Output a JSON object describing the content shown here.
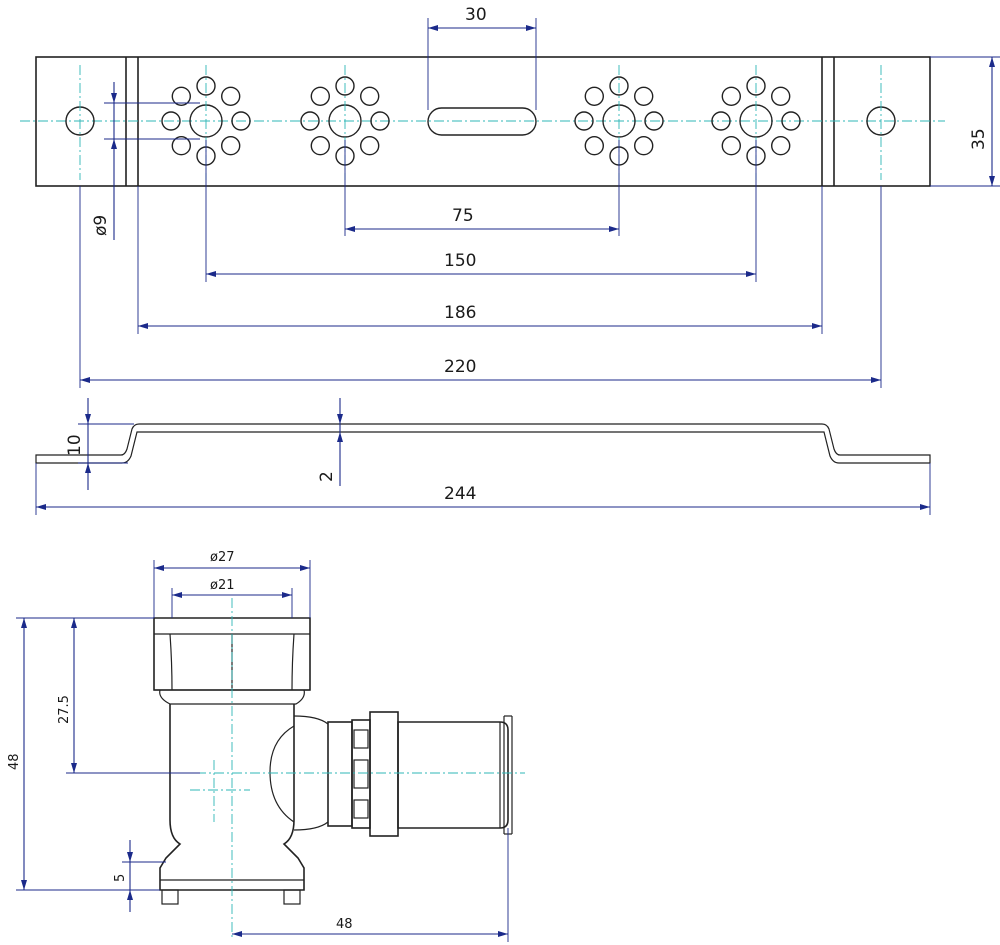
{
  "drawing": {
    "bracket_plan": {
      "width_30": "30",
      "height_35": "35",
      "hole_dia": "ø9",
      "spacing_75": "75",
      "spacing_150": "150",
      "spacing_186": "186",
      "spacing_220": "220"
    },
    "bracket_side": {
      "offset_10": "10",
      "thickness_2": "2",
      "length_244": "244"
    },
    "fitting": {
      "dia_27": "ø27",
      "dia_21": "ø21",
      "height_48": "48",
      "height_27_5": "27.5",
      "base_5": "5",
      "width_48": "48"
    }
  },
  "colors": {
    "part_line": "#222222",
    "dimension_line": "#1b2a8a",
    "center_line": "#2fb7b7"
  }
}
